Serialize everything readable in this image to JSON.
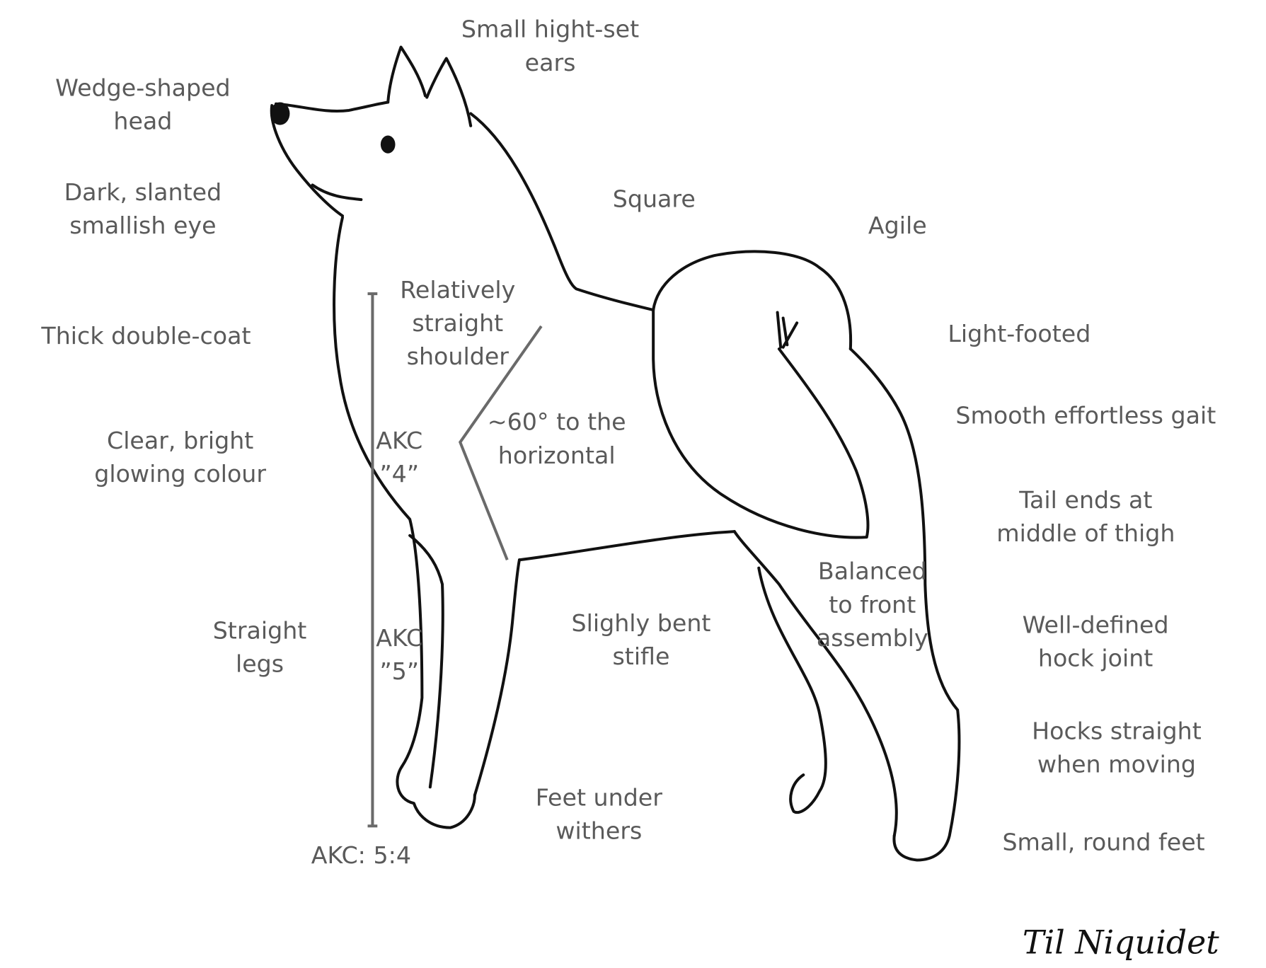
{
  "labels": {
    "ears": [
      "Small hight-set",
      "ears"
    ],
    "head": [
      "Wedge-shaped",
      "head"
    ],
    "eye": [
      "Dark, slanted",
      "smallish eye"
    ],
    "coat": [
      "Thick double-coat"
    ],
    "colour": [
      "Clear, bright",
      "glowing colour"
    ],
    "legs": [
      "Straight",
      "legs"
    ],
    "shoulder": [
      "Relatively",
      "straight",
      "shoulder"
    ],
    "angle": [
      "~60° to the",
      "horizontal"
    ],
    "akc4": [
      "AKC",
      "”4”"
    ],
    "akc5": [
      "AKC",
      "”5”"
    ],
    "ratio": [
      "AKC: 5:4"
    ],
    "square": [
      "Square"
    ],
    "agile": [
      "Agile"
    ],
    "light": [
      "Light-footed"
    ],
    "gait": [
      "Smooth effortless gait"
    ],
    "tail": [
      "Tail ends at",
      "middle of thigh"
    ],
    "balanced": [
      "Balanced",
      "to front",
      "assembly"
    ],
    "stifle": [
      "Slighly bent",
      "stifle"
    ],
    "hock": [
      "Well-defined",
      "hock joint"
    ],
    "hocks": [
      "Hocks straight",
      "when moving"
    ],
    "feet_under": [
      "Feet under",
      "withers"
    ],
    "feet": [
      "Small, round feet"
    ]
  },
  "signature": "Til Niquidet",
  "colors": {
    "label": "#5a5a5a",
    "outline": "#111111",
    "guide": "#6a6a6a"
  }
}
